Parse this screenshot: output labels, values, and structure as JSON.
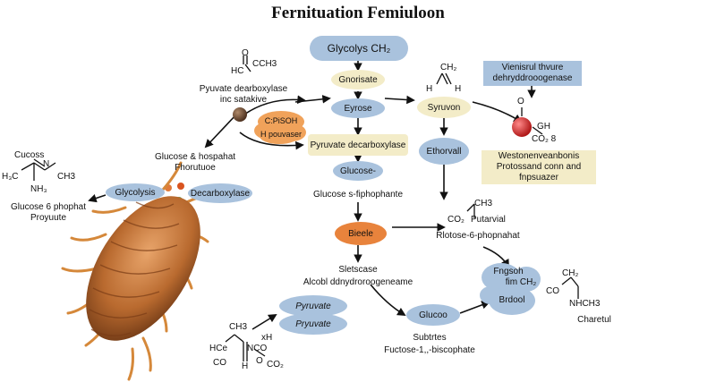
{
  "title": "Fernituation Femiuloon",
  "nodes": {
    "glycolys_ch2": "Glycolys CH₂",
    "gnorisate": "Gnorisate",
    "eyrose": "Eyrose",
    "pyruvate_decarboxylase_center": "Pyruvate decarboxylase",
    "glucose_center": "Glucose‑",
    "glucose_phosphate_center": "Glucose s-fiphophante",
    "bieele": "Bieele",
    "syruvon": "Syruvon",
    "ethorvall": "Ethorvall",
    "cpisoh": "C:PiSOH",
    "h_pouvaser": "H pouvaser",
    "glycolysis": "Glycolysis",
    "decarboxylase": "Decarboxylase",
    "pyruvate_upper": "Pyruvate",
    "pyruvate_lower": "Pryuvate",
    "glucoo": "Glucoo",
    "fngsoh": "Fngsoh",
    "fim_ch2": "fim CH₂",
    "brdool": "Brdool"
  },
  "labels": {
    "vinisrul_line1": "Vienisrul thvure",
    "vinisrul_line2": "dehryddrooogenase",
    "weston_line1": "Westonenveanbonis",
    "weston_line2": "Protossand conn and",
    "weston_line3": "fnpsuazer",
    "pyuvate_line1": "Pyuvate dearboxylase",
    "pyuvate_line2": "inc satakive",
    "glucose_hospahat": "Glucose & hospahat",
    "fhorutuoe": "Fhorutuoe",
    "glucose6_line1": "Glucose 6 phophat",
    "glucose6_line2": "Proyuute",
    "co2_putarvial": "Putarvial",
    "rlotose": "Rlotose-6-phopnahat",
    "sletscase": "Sletscase",
    "alcobl": "Alcobl ddnydroroogeneame",
    "subtrtes": "Subtrtes",
    "fuctose": "Fuctose-1,,-biscophate",
    "charetul": "Charetul"
  },
  "chem": {
    "top_o": "O",
    "top_hc": "HC",
    "top_cch3": "CCH3",
    "ch2_top": "CH₂",
    "h_left": "H",
    "h_right": "H",
    "cucoss": "Cucoss",
    "n_left": "N",
    "h3c_left": "H₃C",
    "ch3_left": "CH3",
    "nh3_left": "NH₃",
    "gh_red": "GH",
    "o_red": "O",
    "co2_8": "CO₂ 8",
    "ch3_mid": "CH3",
    "co2_mid": "CO₂",
    "ch2_right": "CH₂",
    "co_right": "CO",
    "nhch3": "NHCH3",
    "ch3_bottom": "CH3",
    "xh": "xH",
    "hce": "HCe",
    "n_co": "NCO",
    "co_bottom": "CO",
    "h_bottom": "H",
    "o_bottom": "O",
    "co2_bottom": "CO₂"
  },
  "colors": {
    "blue_node": "#a9c2dd",
    "tan_node": "#f3ecc8",
    "orange_node": "#e8833c",
    "red_atom": "#d23a3a",
    "bacterium": "#c77a3a"
  }
}
